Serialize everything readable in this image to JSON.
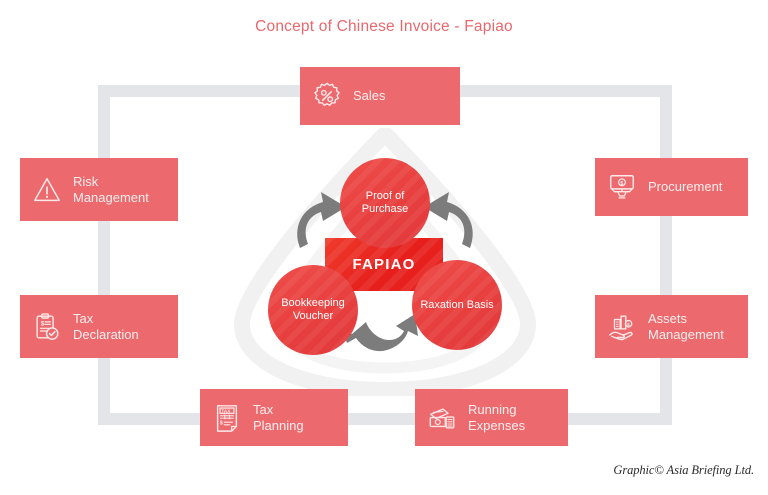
{
  "title": "Concept of Chinese Invoice - Fapiao",
  "credit": "Graphic© Asia Briefing Ltd.",
  "colors": {
    "box_red": "#ec6a6e",
    "core_red": "#e8201f",
    "circle_red": "#e8403f",
    "frame_gray": "#e4e5e8",
    "arrow_gray": "#7c7c7c",
    "title_red": "#e8686d",
    "watermark_gray": "#f2f2f3"
  },
  "core": {
    "label": "FAPIAO"
  },
  "circles": [
    {
      "id": "proof-of-purchase",
      "label": "Proof of\nPurchase"
    },
    {
      "id": "bookkeeping-voucher",
      "label": "Bookkeeping\nVoucher"
    },
    {
      "id": "raxation-basis",
      "label": "Raxation\nBasis"
    }
  ],
  "boxes": [
    {
      "id": "sales",
      "label": "Sales",
      "icon": "percent-badge-icon"
    },
    {
      "id": "risk-management",
      "label": "Risk\nManagement",
      "icon": "warning-triangle-icon"
    },
    {
      "id": "tax-declaration",
      "label": "Tax\nDeclaration",
      "icon": "clipboard-check-icon"
    },
    {
      "id": "procurement",
      "label": "Procurement",
      "icon": "online-shopping-icon"
    },
    {
      "id": "assets-management",
      "label": "Assets\nManagement",
      "icon": "hand-assets-icon"
    },
    {
      "id": "tax-planning",
      "label": "Tax\nPlanning",
      "icon": "tax-document-icon"
    },
    {
      "id": "running-expenses",
      "label": "Running\nExpenses",
      "icon": "cash-money-icon"
    }
  ]
}
